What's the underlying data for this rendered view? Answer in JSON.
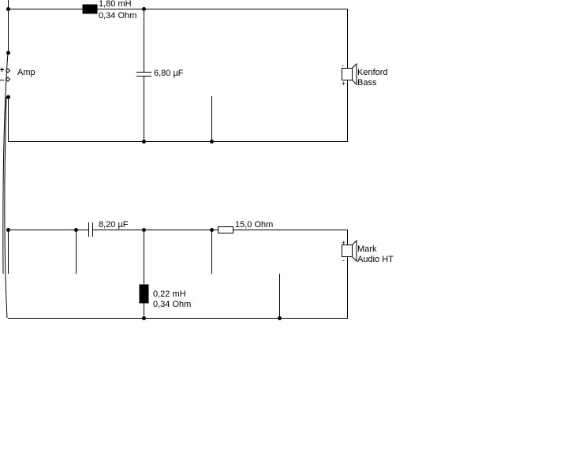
{
  "amp": {
    "label": "Amp",
    "plus": "+",
    "minus": "-"
  },
  "woofer_section": {
    "inductor": {
      "value": "1,80 mH",
      "resistance": "0,34 Ohm"
    },
    "capacitor": {
      "value": "6,80 µF"
    },
    "speaker": {
      "line1": "Kenford",
      "line2": "Bass",
      "top_sign": "-",
      "bottom_sign": "+"
    }
  },
  "tweeter_section": {
    "capacitor": {
      "value": "8,20 µF"
    },
    "resistor": {
      "value": "15,0 Ohm"
    },
    "inductor": {
      "value": "0,22 mH",
      "resistance": "0,34 Ohm"
    },
    "speaker": {
      "line1": "Mark",
      "line2": "Audio HT",
      "top_sign": "+",
      "bottom_sign": "-"
    }
  }
}
